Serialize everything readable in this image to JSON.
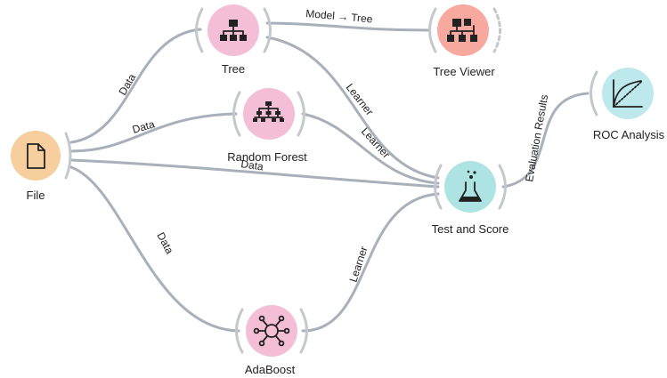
{
  "colors": {
    "link": "#a8b0ba",
    "file_node": "#f7cf9e",
    "model_node": "#f4bfd6",
    "viewer_node": "#f8a99f",
    "evaluate_node": "#aee3e4",
    "roc_node": "#bde9ec"
  },
  "nodes": {
    "file": {
      "label": "File",
      "icon": "document-icon"
    },
    "tree": {
      "label": "Tree",
      "icon": "tree-icon"
    },
    "random_forest": {
      "label": "Random Forest",
      "icon": "forest-icon"
    },
    "adaboost": {
      "label": "AdaBoost",
      "icon": "network-hub-icon"
    },
    "tree_viewer": {
      "label": "Tree Viewer",
      "icon": "tree-viewer-icon"
    },
    "test_and_score": {
      "label": "Test and Score",
      "icon": "flask-icon"
    },
    "roc_analysis": {
      "label": "ROC Analysis",
      "icon": "roc-curve-icon"
    }
  },
  "links": {
    "file_tree": "Data",
    "file_random_forest": "Data",
    "file_test_and_score": "Data",
    "file_adaboost": "Data",
    "tree_tree_viewer": "Model → Tree",
    "tree_test_and_score": "Learner",
    "random_forest_test_and_score": "Learner",
    "adaboost_test_and_score": "Learner",
    "test_and_score_roc": "Evaluation Results"
  }
}
